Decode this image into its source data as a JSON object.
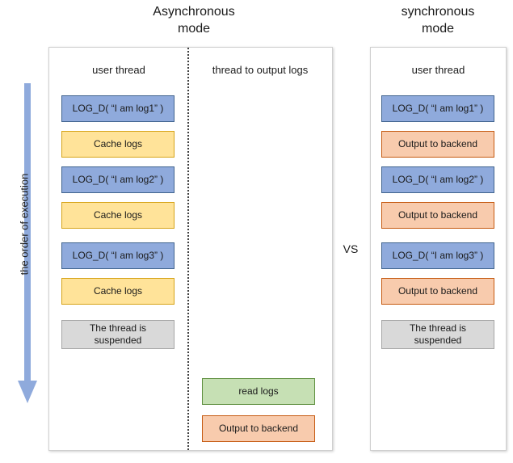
{
  "titles": {
    "async": "Asynchronous\nmode",
    "sync": "synchronous\nmode",
    "vs": "VS"
  },
  "order_axis": {
    "label": "the order of execution",
    "arrow_icon": "down-arrow-icon",
    "color": "#8FAADC"
  },
  "async_panel": {
    "columns": [
      {
        "header": "user thread",
        "steps": [
          {
            "label": "LOG_D( “I am log1” )",
            "kind": "log"
          },
          {
            "label": "Cache logs",
            "kind": "cache"
          },
          {
            "label": "LOG_D( “I am log2” )",
            "kind": "log"
          },
          {
            "label": "Cache logs",
            "kind": "cache"
          },
          {
            "label": "LOG_D( “I am log3” )",
            "kind": "log"
          },
          {
            "label": "Cache logs",
            "kind": "cache"
          },
          {
            "label": "The thread is\nsuspended",
            "kind": "susp"
          }
        ]
      },
      {
        "header": "thread to output logs",
        "steps": [
          {
            "label": "read logs",
            "kind": "read"
          },
          {
            "label": "Output to backend",
            "kind": "output"
          }
        ]
      }
    ]
  },
  "sync_panel": {
    "columns": [
      {
        "header": "user thread",
        "steps": [
          {
            "label": "LOG_D( “I am log1” )",
            "kind": "log"
          },
          {
            "label": "Output to backend",
            "kind": "output"
          },
          {
            "label": "LOG_D( “I am log2” )",
            "kind": "log"
          },
          {
            "label": "Output to backend",
            "kind": "output"
          },
          {
            "label": "LOG_D( “I am log3” )",
            "kind": "log"
          },
          {
            "label": "Output to backend",
            "kind": "output"
          },
          {
            "label": "The thread is\nsuspended",
            "kind": "susp"
          }
        ]
      }
    ]
  },
  "colors": {
    "log": "#8FAADC",
    "log_border": "#41648F",
    "cache": "#FFE399",
    "cache_border": "#D6A419",
    "output": "#F8CBAD",
    "output_border": "#C55A11",
    "read": "#C6E0B4",
    "read_border": "#5E8F3E",
    "suspended": "#D9D9D9",
    "suspended_border": "#A6A6A6",
    "arrow": "#8FAADC"
  }
}
